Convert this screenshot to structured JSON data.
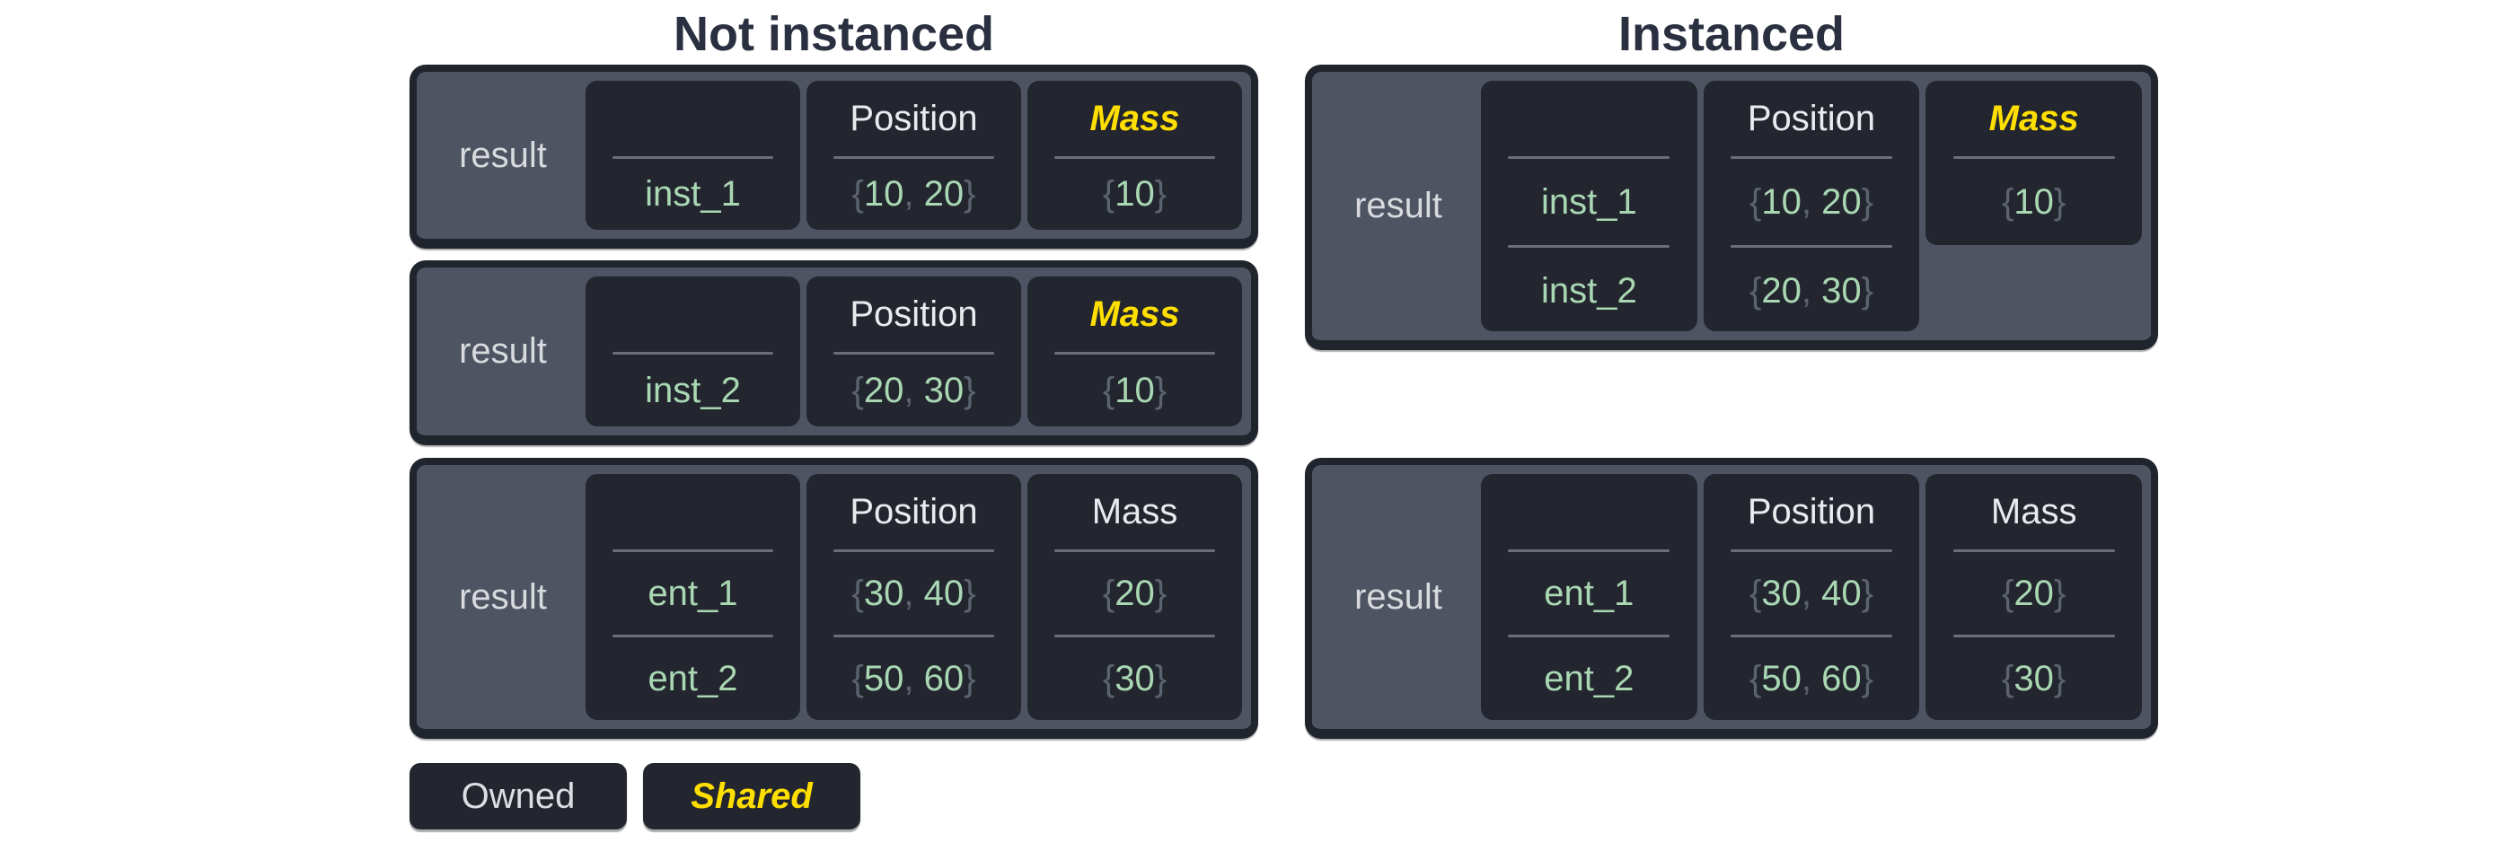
{
  "left": {
    "title": "Not instanced",
    "boxes": {
      "inst1": {
        "result": "result",
        "entity": {
          "header": "",
          "name": "inst_1"
        },
        "position": {
          "header": "Position",
          "open": "{",
          "x": "10",
          "sep": ", ",
          "y": "20",
          "close": "}"
        },
        "mass": {
          "header": "Mass",
          "open": "{",
          "value": "10",
          "close": "}"
        }
      },
      "inst2": {
        "result": "result",
        "entity": {
          "header": "",
          "name": "inst_2"
        },
        "position": {
          "header": "Position",
          "open": "{",
          "x": "20",
          "sep": ", ",
          "y": "30",
          "close": "}"
        },
        "mass": {
          "header": "Mass",
          "open": "{",
          "value": "10",
          "close": "}"
        }
      },
      "entities": {
        "result": "result",
        "entity": {
          "header": "",
          "name1": "ent_1",
          "name2": "ent_2"
        },
        "position": {
          "header": "Position",
          "row1": {
            "open": "{",
            "x": "30",
            "sep": ", ",
            "y": "40",
            "close": "}"
          },
          "row2": {
            "open": "{",
            "x": "50",
            "sep": ", ",
            "y": "60",
            "close": "}"
          }
        },
        "mass": {
          "header": "Mass",
          "row1": {
            "open": "{",
            "value": "20",
            "close": "}"
          },
          "row2": {
            "open": "{",
            "value": "30",
            "close": "}"
          }
        }
      }
    }
  },
  "right": {
    "title": "Instanced",
    "boxes": {
      "instanced": {
        "result": "result",
        "entity": {
          "header": "",
          "name1": "inst_1",
          "name2": "inst_2"
        },
        "position": {
          "header": "Position",
          "row1": {
            "open": "{",
            "x": "10",
            "sep": ", ",
            "y": "20",
            "close": "}"
          },
          "row2": {
            "open": "{",
            "x": "20",
            "sep": ", ",
            "y": "30",
            "close": "}"
          }
        },
        "mass": {
          "header": "Mass",
          "row1": {
            "open": "{",
            "value": "10",
            "close": "}"
          }
        }
      },
      "entities": {
        "result": "result",
        "entity": {
          "header": "",
          "name1": "ent_1",
          "name2": "ent_2"
        },
        "position": {
          "header": "Position",
          "row1": {
            "open": "{",
            "x": "30",
            "sep": ", ",
            "y": "40",
            "close": "}"
          },
          "row2": {
            "open": "{",
            "x": "50",
            "sep": ", ",
            "y": "60",
            "close": "}"
          }
        },
        "mass": {
          "header": "Mass",
          "row1": {
            "open": "{",
            "value": "20",
            "close": "}"
          },
          "row2": {
            "open": "{",
            "value": "30",
            "close": "}"
          }
        }
      }
    }
  },
  "legend": {
    "owned": "Owned",
    "shared": "Shared"
  },
  "colors": {
    "shared_accent": "#ffdf00",
    "value_green": "#a9d7b3",
    "punctuation_gray": "#5c6370",
    "box_fill": "#4e5462",
    "cell_fill": "#23262f",
    "box_border": "#20242c",
    "title_text": "#2a3040"
  }
}
